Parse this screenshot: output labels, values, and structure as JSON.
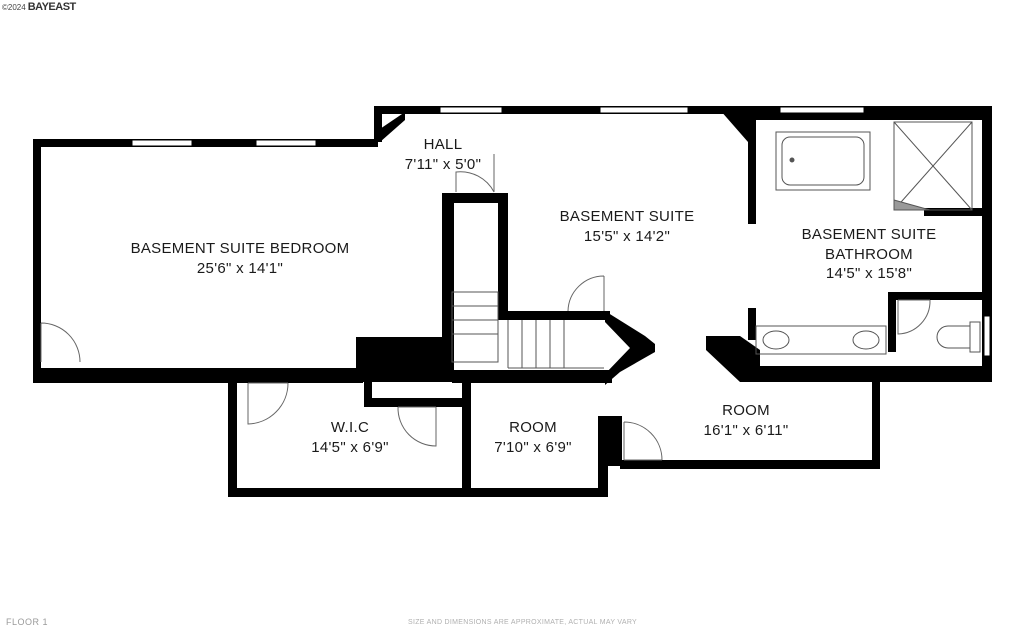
{
  "watermark": {
    "copyright": "©2024",
    "logo": "BAYEAST"
  },
  "floor_label": "FLOOR 1",
  "disclaimer": "SIZE AND DIMENSIONS ARE APPROXIMATE, ACTUAL MAY VARY",
  "rooms": {
    "bedroom": {
      "name": "BASEMENT SUITE BEDROOM",
      "size": "25'6\" x 14'1\""
    },
    "hall": {
      "name": "HALL",
      "size": "7'11\" x 5'0\""
    },
    "suite": {
      "name": "BASEMENT SUITE",
      "size": "15'5\" x 14'2\""
    },
    "bathroom": {
      "name1": "BASEMENT SUITE",
      "name2": "BATHROOM",
      "size": "14'5\" x 15'8\""
    },
    "wic": {
      "name": "W.I.C",
      "size": "14'5\" x 6'9\""
    },
    "room1": {
      "name": "ROOM",
      "size": "7'10\" x 6'9\""
    },
    "room2": {
      "name": "ROOM",
      "size": "16'1\" x 6'11\""
    }
  }
}
